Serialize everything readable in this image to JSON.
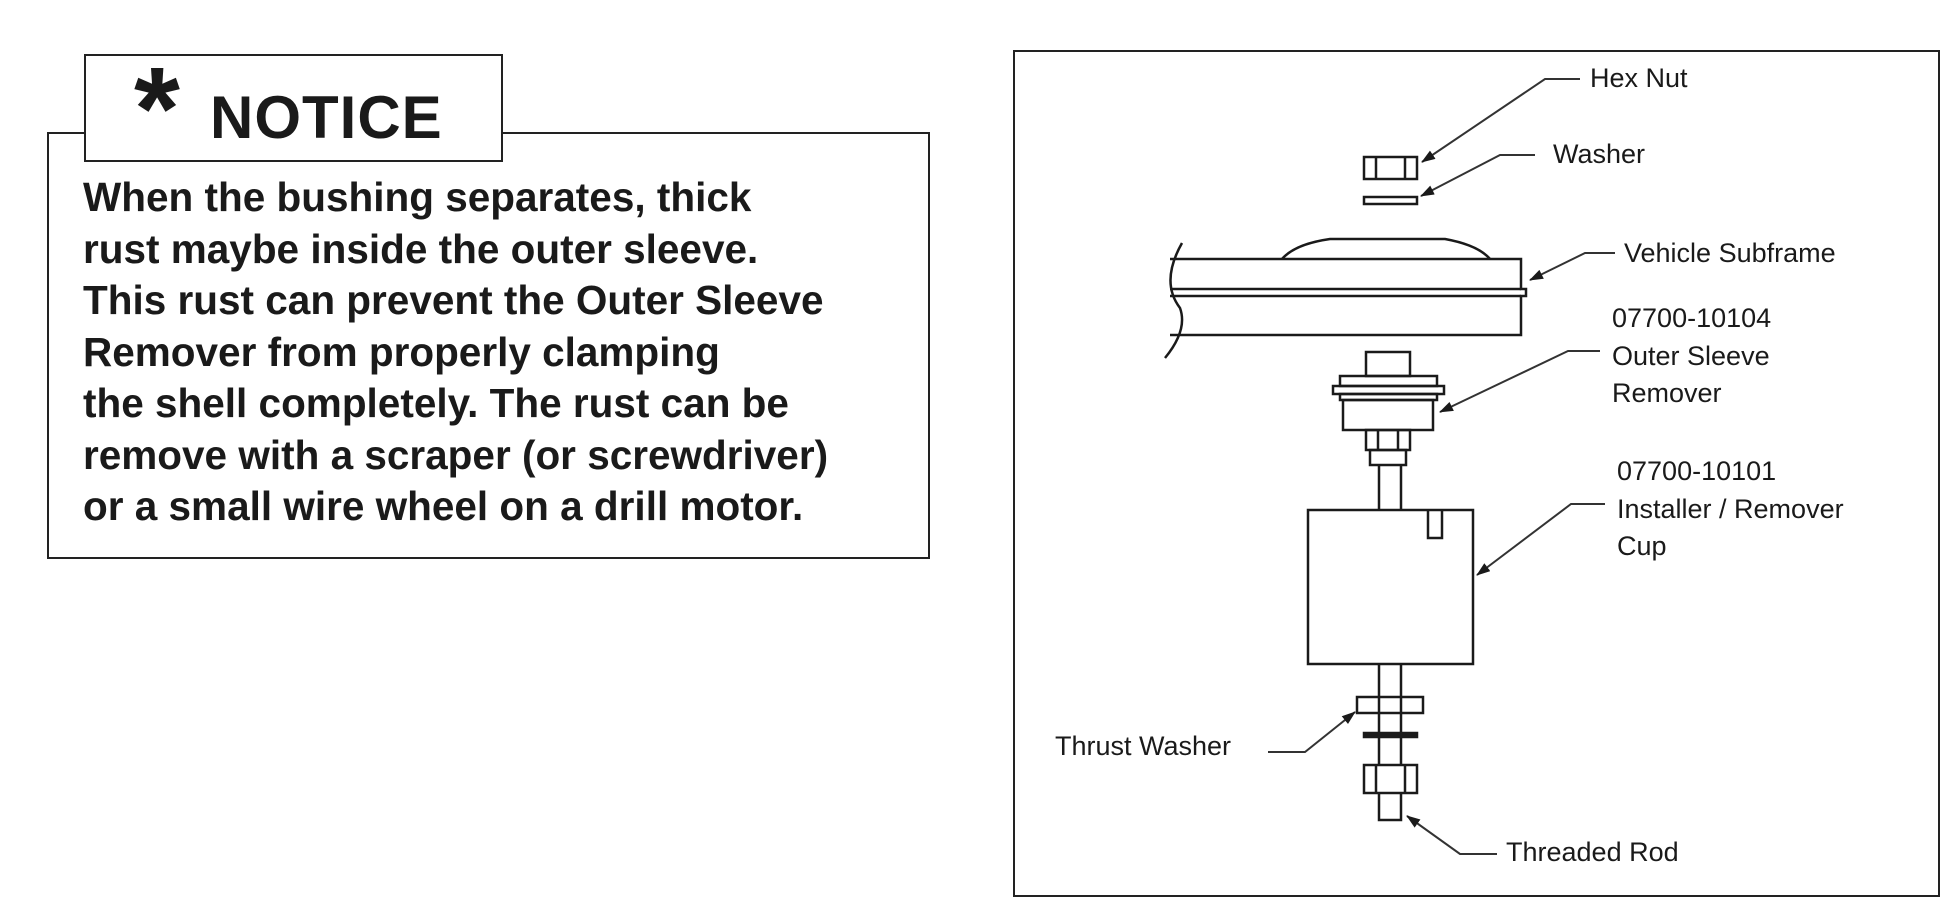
{
  "notice": {
    "symbol": "*",
    "title": "NOTICE",
    "lines": [
      "When the bushing separates, thick",
      "rust maybe inside the outer sleeve.",
      "This rust can prevent the Outer Sleeve",
      "Remover from properly clamping",
      "the shell completely. The rust can be",
      "remove with a scraper (or screwdriver)",
      "or a small wire wheel on a drill motor."
    ]
  },
  "diagram": {
    "labels": {
      "hex_nut": "Hex Nut",
      "washer": "Washer",
      "vehicle_subframe": "Vehicle Subframe",
      "outer_sleeve_part": "07700-10104",
      "outer_sleeve_line1": "Outer Sleeve",
      "outer_sleeve_line2": "Remover",
      "cup_part": "07700-10101",
      "cup_line1": "Installer / Remover",
      "cup_line2": "Cup",
      "thrust_washer": "Thrust Washer",
      "threaded_rod": "Threaded Rod"
    }
  }
}
